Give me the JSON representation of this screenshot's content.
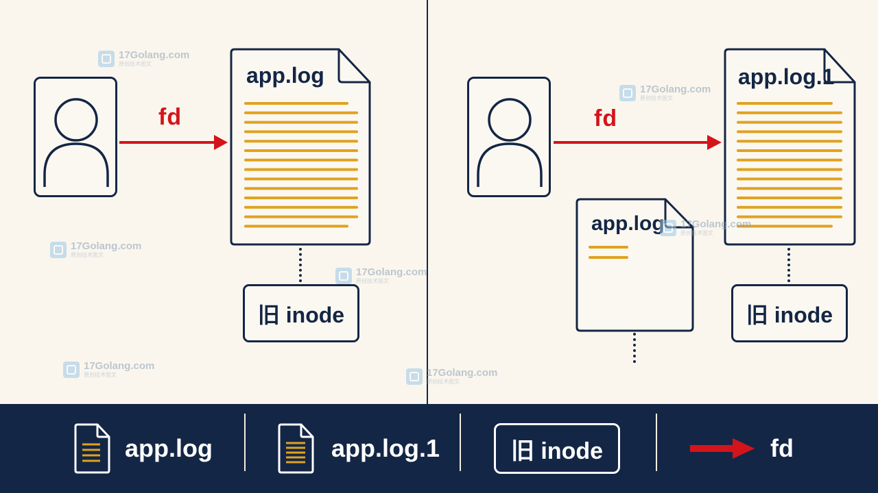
{
  "colors": {
    "background": "#faf6ee",
    "ink": "#142645",
    "accent_red": "#d4141b",
    "lines_gold": "#e0a21f",
    "legend_bg": "#142645"
  },
  "watermark": {
    "text": "17Golang.com",
    "subtext": "原创技术图文"
  },
  "left_panel": {
    "person_icon": "user-icon",
    "arrow_label": "fd",
    "file_title": "app.log",
    "inode_label": "旧 inode"
  },
  "right_panel": {
    "person_icon": "user-icon",
    "arrow_label": "fd",
    "file_main_title": "app.log.1",
    "inode_label": "旧 inode",
    "new_file_title": "app.log"
  },
  "legend": {
    "items": [
      {
        "icon": "document-icon",
        "label": "app.log"
      },
      {
        "icon": "document-icon",
        "label": "app.log.1"
      },
      {
        "icon": "inode-box",
        "label": "旧 inode"
      },
      {
        "icon": "red-arrow-icon",
        "label": "fd"
      }
    ]
  }
}
